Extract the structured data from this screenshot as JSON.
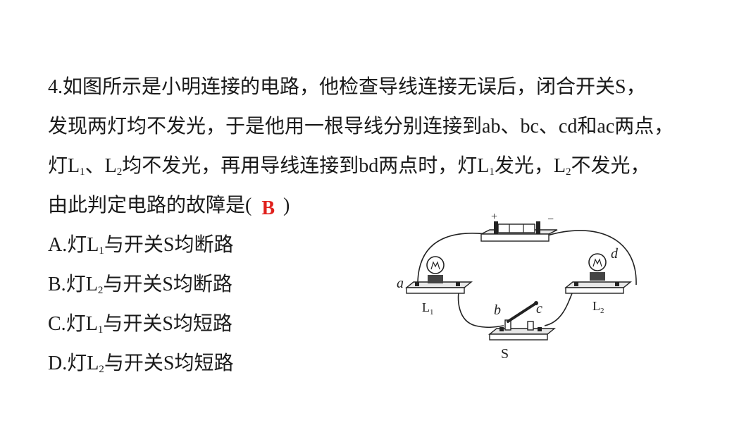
{
  "question": {
    "line1": {
      "num": "4.",
      "text": "如图所示是小明连接的电路，他检查导线连接无误后，闭合开关",
      "s": "S",
      "end": "，"
    },
    "line2": {
      "t1": "发现两灯均不发光，于是他用一根导线分别连接到",
      "ab": "ab",
      "sep1": "、",
      "bc": "bc",
      "sep2": "、",
      "cd": "cd",
      "he": "和",
      "ac": "ac",
      "t2": "两点，"
    },
    "line3": {
      "t1": "灯",
      "L1": "L",
      "s1": "1",
      "sep": "、",
      "L2": "L",
      "s2": "2",
      "t2": "均不发光，再用导线连接到",
      "bd": "bd",
      "t3": "两点时，灯",
      "L1b": "L",
      "s1b": "1",
      "t4": "发光，",
      "L2b": "L",
      "s2b": "2",
      "t5": "不发光，"
    },
    "line4": {
      "text": "由此判定电路的故障是",
      "open": "(",
      "answer": "B",
      "close": ")"
    }
  },
  "options": [
    {
      "letter": "A.",
      "pre": "灯",
      "L": "L",
      "sub": "1",
      "post": "与开关",
      "s": "S",
      "end": "均断路"
    },
    {
      "letter": "B.",
      "pre": "灯",
      "L": "L",
      "sub": "2",
      "post": "与开关",
      "s": "S",
      "end": "均断路"
    },
    {
      "letter": "C.",
      "pre": "灯",
      "L": "L",
      "sub": "1",
      "post": "与开关",
      "s": "S",
      "end": "均短路"
    },
    {
      "letter": "D.",
      "pre": "灯",
      "L": "L",
      "sub": "2",
      "post": "与开关",
      "s": "S",
      "end": "均短路"
    }
  ],
  "diagram": {
    "plus": "+",
    "minus": "−",
    "a": "a",
    "b": "b",
    "c": "c",
    "d": "d",
    "L": "L",
    "one": "1",
    "two": "2",
    "S": "S"
  },
  "colors": {
    "answer": "#e0201c",
    "text": "#1a1a1a",
    "line": "#222222"
  }
}
